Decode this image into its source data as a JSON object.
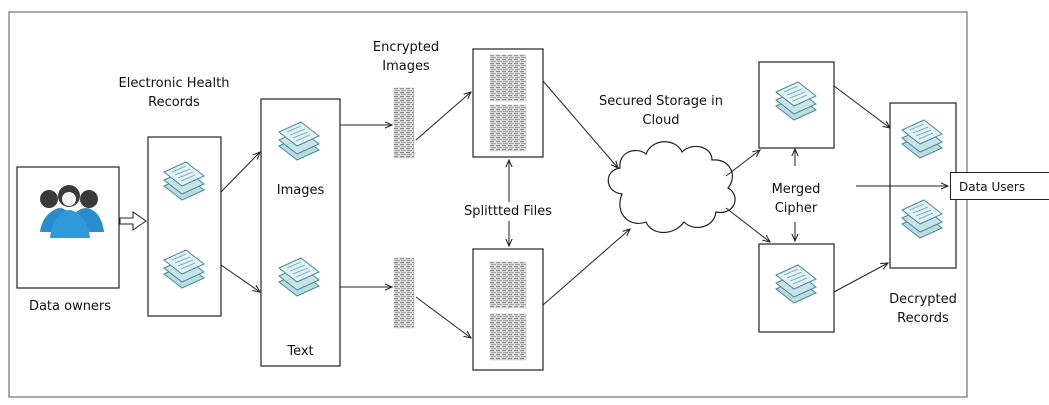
{
  "diagram": {
    "labels": {
      "data_owners": "Data owners",
      "ehr": "Electronic Health Records",
      "images": "Images",
      "text": "Text",
      "encrypted_images": "Encrypted Images",
      "split_files": "Splittted Files",
      "secured_storage": "Secured Storage in Cloud",
      "merged_cipher": "Merged Cipher",
      "decrypted_records": "Decrypted Records",
      "data_users": "Data Users"
    },
    "colors": {
      "line": "#222222",
      "doc_fill": "#cfe6ea",
      "doc_stroke": "#4a8a98",
      "doc_lines": "#7fb3bf",
      "user_blue": "#2f9ad8",
      "user_head": "#3a3a3a",
      "encrypted_gray": "#8c8c8c"
    },
    "icons": [
      "users-icon",
      "document-stack-icon",
      "encrypted-document-icon",
      "cloud-icon"
    ]
  }
}
